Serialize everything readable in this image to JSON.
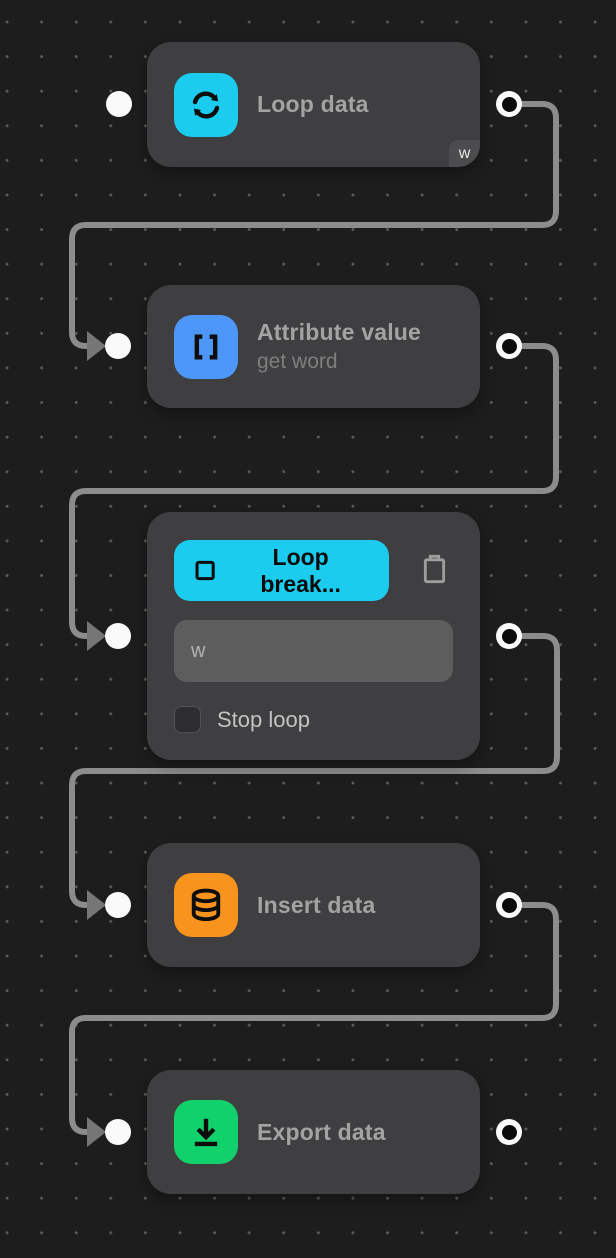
{
  "canvas": {
    "background": "#1d1d1e",
    "dot_color": "#5a5a5a",
    "wire_color": "#8c8c8c",
    "arrow_color": "#767676",
    "node_color": "#3f3f41",
    "port_outer_color": "#fafafa",
    "port_inner_color": "#0b0b0b"
  },
  "nodes": {
    "loop_data": {
      "title": "Loop data",
      "badge": "w",
      "icon": "sync-loop-icon",
      "icon_bg": "#1bccee"
    },
    "attribute_value": {
      "title": "Attribute value",
      "subtitle": "get word",
      "icon": "brackets-icon",
      "icon_bg": "#4d97f8"
    },
    "loop_break": {
      "button_label": "Loop break...",
      "button_bg": "#1bccee",
      "button_icon": "square-stop-icon",
      "delete_icon": "trash-icon",
      "field_value": "w",
      "checkbox_label": "Stop loop",
      "checkbox_checked": false
    },
    "insert_data": {
      "title": "Insert data",
      "icon": "database-icon",
      "icon_bg": "#f8931d"
    },
    "export_data": {
      "title": "Export data",
      "icon": "download-icon",
      "icon_bg": "#11d16c"
    }
  },
  "connections": [
    {
      "from": "loop_data",
      "to": "attribute_value"
    },
    {
      "from": "attribute_value",
      "to": "loop_break"
    },
    {
      "from": "loop_break",
      "to": "insert_data"
    },
    {
      "from": "insert_data",
      "to": "export_data"
    }
  ]
}
